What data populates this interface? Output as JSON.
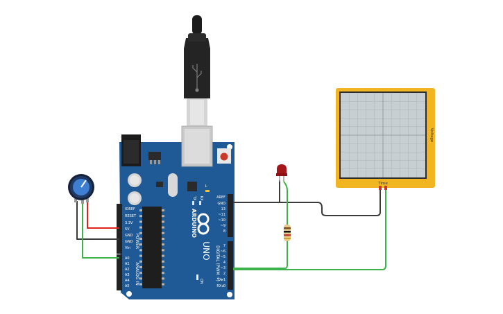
{
  "board": {
    "brand": "ARDUINO",
    "model": "UNO",
    "header_power": "POWER",
    "header_analog": "ANALOG IN",
    "header_digital": "DIGITAL (PWM ~)",
    "label_on": "ON",
    "label_l": "L",
    "label_tx": "TX",
    "label_rx": "RX",
    "power_pins": [
      "IOREF",
      "RESET",
      "3.3V",
      "5V",
      "GND",
      "GND",
      "Vin"
    ],
    "analog_pins": [
      "A0",
      "A1",
      "A2",
      "A3",
      "A4",
      "A5"
    ],
    "digital_pins_top": [
      "AREF",
      "GND",
      "13",
      "~11",
      "~10",
      "~9",
      "8"
    ],
    "digital_pins_bottom": [
      "7",
      "~6",
      "~5",
      "4",
      "~3",
      "2",
      "TX▸1",
      "RX◂0"
    ]
  },
  "oscilloscope": {
    "x_label": "Time",
    "y_label": "Voltage"
  },
  "colors": {
    "board": "#1f5a96",
    "scope_frame": "#f0b521",
    "scope_screen": "#c7cfd2",
    "wire_red": "#e0201b",
    "wire_black": "#3a3a3a",
    "wire_green": "#3bb24a",
    "led": "#a5161a",
    "pot_knob": "#3f7fd1"
  },
  "components": [
    "usb-cable",
    "arduino-uno",
    "potentiometer",
    "led",
    "resistor",
    "oscilloscope"
  ]
}
